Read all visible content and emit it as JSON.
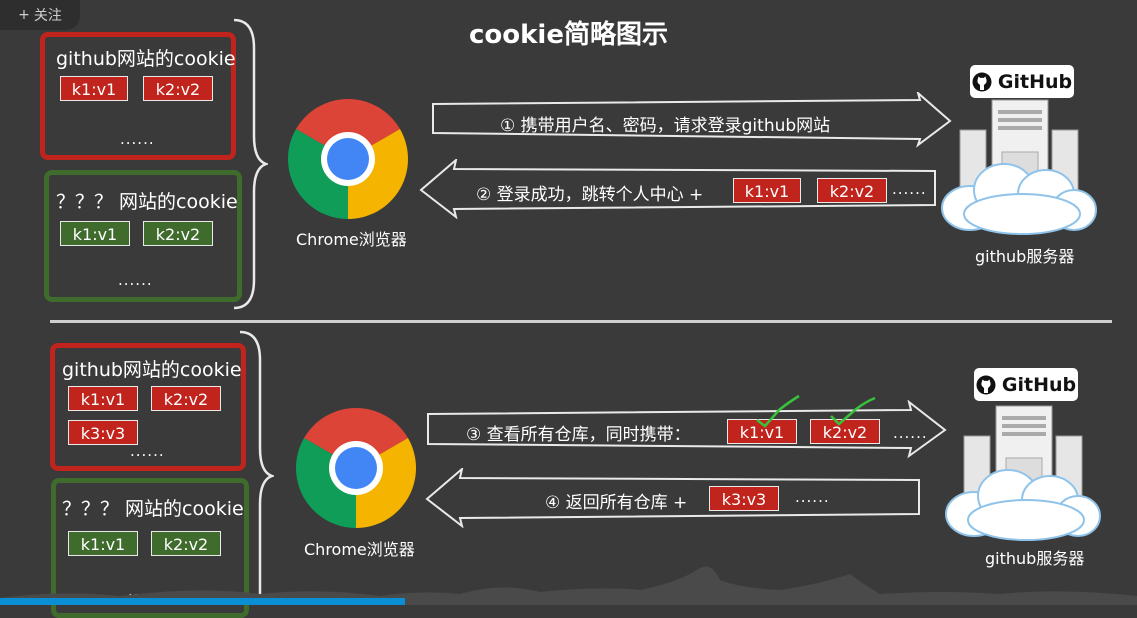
{
  "toolbar": {
    "follow_label": "关注"
  },
  "title": "cookie简略图示",
  "top": {
    "github_box": {
      "title": "github网站的cookie",
      "chips": [
        "k1:v1",
        "k2:v2"
      ],
      "more": "......"
    },
    "unknown_box": {
      "title": "？？？ 网站的cookie",
      "chips": [
        "k1:v1",
        "k2:v2"
      ],
      "more": "......"
    },
    "browser_label": "Chrome浏览器",
    "request_arrow": "① 携带用户名、密码，请求登录github网站",
    "response_arrow": "② 登录成功，跳转个人中心 +",
    "response_chips": [
      "k1:v1",
      "k2:v2"
    ],
    "response_more": "......",
    "server_label": "github服务器",
    "logo_text": "GitHub"
  },
  "bottom": {
    "github_box": {
      "title": "github网站的cookie",
      "chips": [
        "k1:v1",
        "k2:v2",
        "k3:v3"
      ],
      "more": "......"
    },
    "unknown_box": {
      "title": "？？？ 网站的cookie",
      "chips": [
        "k1:v1",
        "k2:v2"
      ],
      "more": "......"
    },
    "browser_label": "Chrome浏览器",
    "request_arrow": "③ 查看所有仓库，同时携带：",
    "request_chips": [
      "k1:v1",
      "k2:v2"
    ],
    "request_more": "......",
    "response_arrow": "④ 返回所有仓库 +",
    "response_chips": [
      "k3:v3"
    ],
    "response_more": "......",
    "server_label": "github服务器",
    "logo_text": "GitHub"
  },
  "colors": {
    "background": "#3a3a3a",
    "red": "#c1241c",
    "green": "#3f6b2c",
    "check": "#37c33a"
  }
}
